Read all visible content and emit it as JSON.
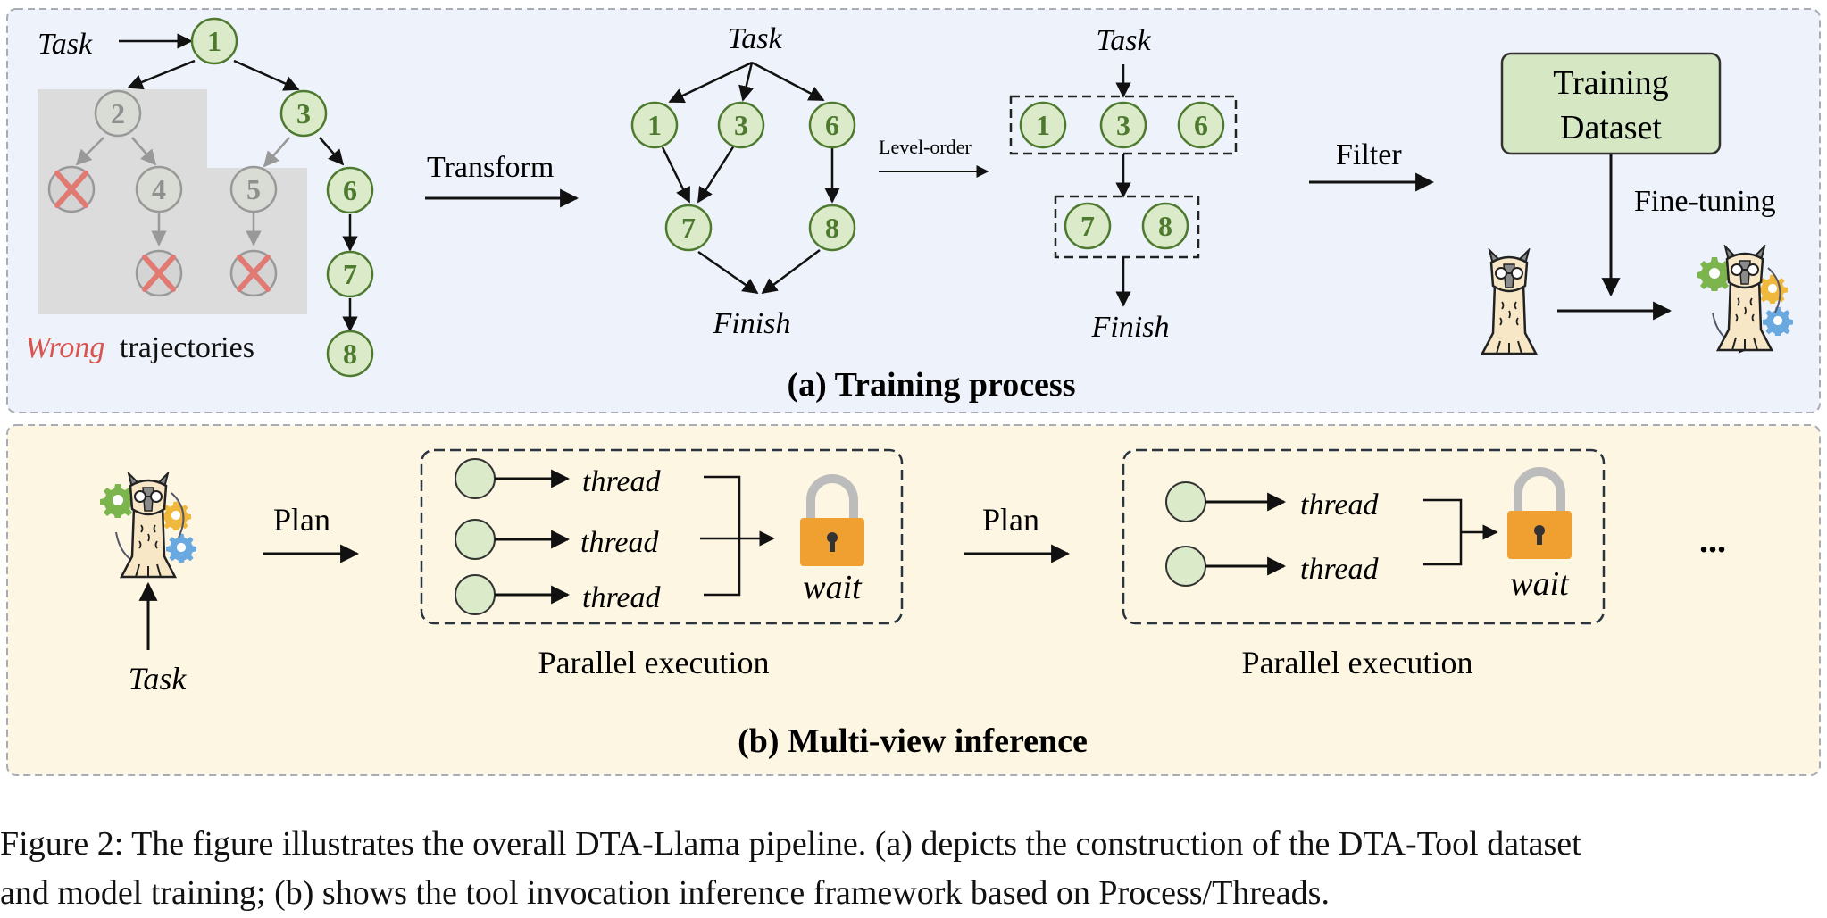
{
  "panel_a": {
    "title": "(a) Training process",
    "task_label": "Task",
    "tree_nodes": {
      "n1": "1",
      "n2": "2",
      "n3": "3",
      "n4": "4",
      "n5": "5",
      "n6": "6",
      "n7": "7",
      "n8": "8"
    },
    "wrong_word": "Wrong",
    "trajectories_word": "trajectories",
    "transform_label": "Transform",
    "dag": {
      "task": "Task",
      "n1": "1",
      "n3": "3",
      "n6": "6",
      "n7": "7",
      "n8": "8",
      "finish": "Finish"
    },
    "level_order_label": "Level-order",
    "level": {
      "task": "Task",
      "n1": "1",
      "n3": "3",
      "n6": "6",
      "n7": "7",
      "n8": "8",
      "finish": "Finish"
    },
    "filter_label": "Filter",
    "dataset_line1": "Training",
    "dataset_line2": "Dataset",
    "finetuning_label": "Fine-tuning"
  },
  "panel_b": {
    "title": "(b) Multi-view inference",
    "task_label": "Task",
    "plan1_label": "Plan",
    "plan2_label": "Plan",
    "group1": {
      "threads": [
        "thread",
        "thread",
        "thread"
      ],
      "wait": "wait",
      "caption": "Parallel execution"
    },
    "group2": {
      "threads": [
        "thread",
        "thread"
      ],
      "wait": "wait",
      "caption": "Parallel execution"
    },
    "ellipsis": "..."
  },
  "colors": {
    "panel_a_bg": "#eef2fa",
    "panel_b_bg": "#fdf6e2",
    "node_fill": "#dbebc9",
    "node_stroke": "#4e7a2f",
    "wrong_red": "#d9534f",
    "dataset_fill": "#d5e8c3",
    "lock_orange": "#f0a030"
  },
  "caption": {
    "line1": "Figure 2: The figure illustrates the overall DTA-Llama pipeline. (a) depicts the construction of the DTA-Tool dataset",
    "line2": "and model training; (b) shows the tool invocation inference framework based on Process/Threads."
  }
}
